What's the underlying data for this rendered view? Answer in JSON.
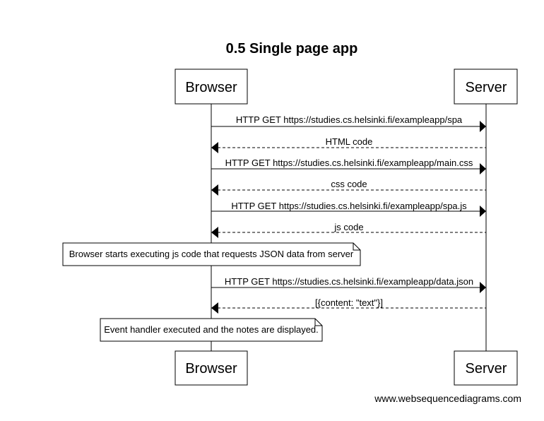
{
  "diagram": {
    "title": "0.5 Single page app",
    "actors": [
      {
        "id": "browser",
        "label": "Browser"
      },
      {
        "id": "server",
        "label": "Server"
      }
    ],
    "steps": [
      {
        "kind": "message",
        "from": "browser",
        "to": "server",
        "style": "solid",
        "label": "HTTP GET https://studies.cs.helsinki.fi/exampleapp/spa"
      },
      {
        "kind": "message",
        "from": "server",
        "to": "browser",
        "style": "dashed",
        "label": "HTML code"
      },
      {
        "kind": "message",
        "from": "browser",
        "to": "server",
        "style": "solid",
        "label": "HTTP GET https://studies.cs.helsinki.fi/exampleapp/main.css"
      },
      {
        "kind": "message",
        "from": "server",
        "to": "browser",
        "style": "dashed",
        "label": "css code"
      },
      {
        "kind": "message",
        "from": "browser",
        "to": "server",
        "style": "solid",
        "label": "HTTP GET https://studies.cs.helsinki.fi/exampleapp/spa.js"
      },
      {
        "kind": "message",
        "from": "server",
        "to": "browser",
        "style": "dashed",
        "label": "js code"
      },
      {
        "kind": "note",
        "over": "browser",
        "label": "Browser starts executing js code that requests JSON data from server"
      },
      {
        "kind": "message",
        "from": "browser",
        "to": "server",
        "style": "solid",
        "label": "HTTP GET https://studies.cs.helsinki.fi/exampleapp/data.json"
      },
      {
        "kind": "message",
        "from": "server",
        "to": "browser",
        "style": "dashed",
        "label": "[{content: \"text\"}]"
      },
      {
        "kind": "note",
        "over": "browser",
        "label": "Event handler executed and the notes are displayed."
      }
    ],
    "footer": "www.websequencediagrams.com"
  }
}
